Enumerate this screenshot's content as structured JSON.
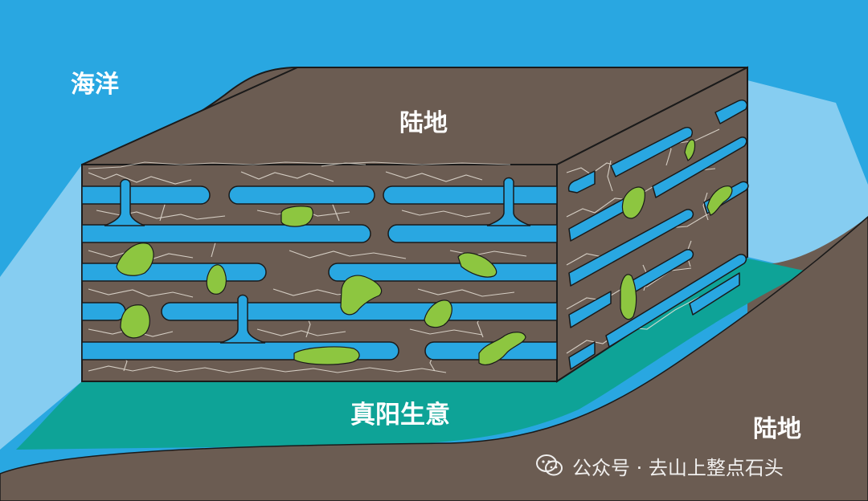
{
  "labels": {
    "ocean": "海洋",
    "land_top": "陆地",
    "biome": "真阳生意",
    "land_right": "陆地"
  },
  "watermark": {
    "icon": "wechat-icon",
    "text": "公众号 · 去山上整点石头"
  },
  "colors": {
    "ocean": "#29a7e1",
    "light_ocean": "#86cdf1",
    "land": "#6b5c52",
    "biome_band": "#0ea397",
    "water_channel": "#29a7e1",
    "green_patch": "#8dc640",
    "crack_lines": "#e8e2d8",
    "outline": "#1a1a1a"
  }
}
